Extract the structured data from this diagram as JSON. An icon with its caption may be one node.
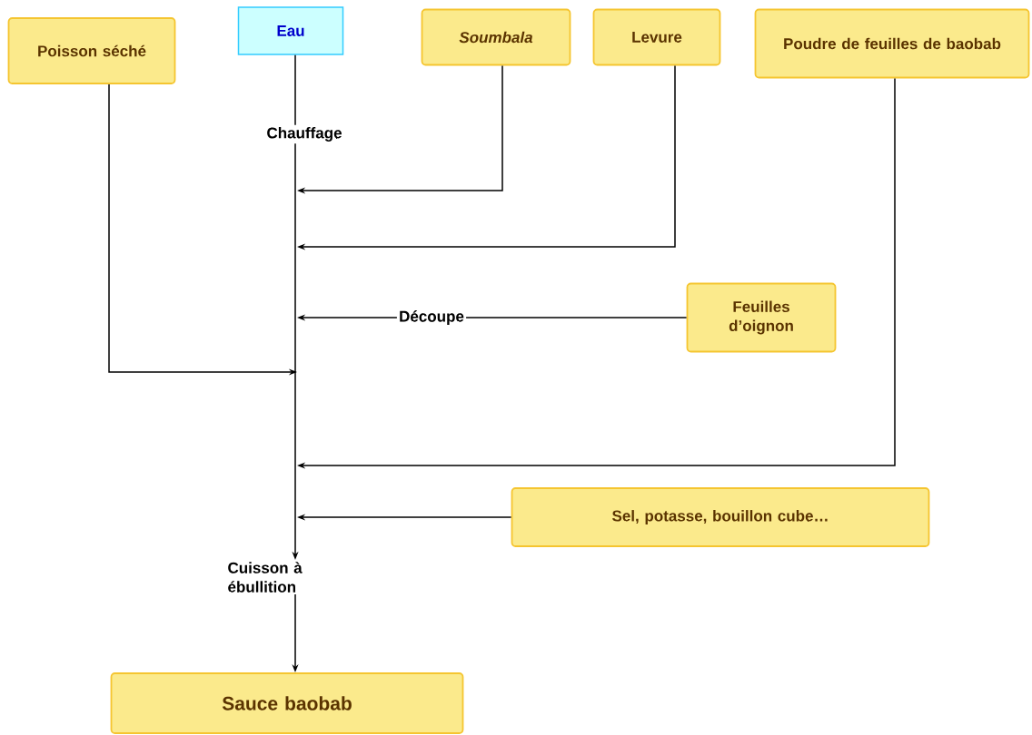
{
  "diagram": {
    "nodes": [
      {
        "text": [
          "Poisson séché"
        ]
      },
      {
        "text": [
          "Eau"
        ]
      },
      {
        "text": [
          "Soumbala"
        ]
      },
      {
        "text": [
          "Levure"
        ]
      },
      {
        "text": [
          "Poudre de feuilles de baobab"
        ]
      },
      {
        "text": [
          "Chauffage"
        ]
      },
      {
        "text": [
          "Feuilles d’oignon"
        ]
      },
      {
        "text": [
          "Découpe"
        ]
      },
      {
        "text": [
          "Sel, potasse, bouillon cube…"
        ]
      },
      {
        "text": [
          "Cuisson à ébullition"
        ]
      },
      {
        "text": [
          "Sauce baobab"
        ]
      }
    ],
    "edges": [
      {
        "from": 1,
        "to": 5,
        "arrow": "none"
      },
      {
        "from": 5,
        "to": 9,
        "arrow": "to"
      },
      {
        "from": 2,
        "to": null,
        "arrow": "to"
      },
      {
        "from": 3,
        "to": null,
        "arrow": "to"
      },
      {
        "from": 6,
        "to": 7,
        "arrow": "none"
      },
      {
        "from": 7,
        "to": null,
        "arrow": "to"
      },
      {
        "from": 0,
        "to": null,
        "arrow": "to"
      },
      {
        "from": 4,
        "to": null,
        "arrow": "to"
      },
      {
        "from": 8,
        "to": null,
        "arrow": "to"
      },
      {
        "from": 9,
        "to": 10,
        "arrow": "to"
      }
    ]
  }
}
